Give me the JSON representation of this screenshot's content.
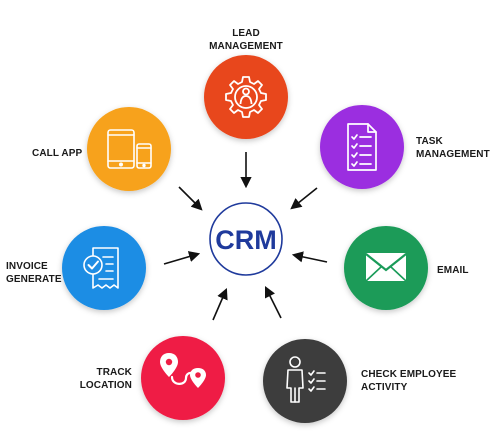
{
  "center": {
    "label": "CRM",
    "color": "#1f3a9c"
  },
  "nodes": [
    {
      "id": "lead",
      "lines": [
        "LEAD",
        "MANAGEMENT"
      ],
      "color": "#e8461e",
      "icon": "gear-person-icon"
    },
    {
      "id": "task",
      "lines": [
        "TASK",
        "MANAGEMENT"
      ],
      "color": "#9b2fe0",
      "icon": "checklist-document-icon"
    },
    {
      "id": "email",
      "lines": [
        "EMAIL"
      ],
      "color": "#1a9b59",
      "icon": "envelope-icon"
    },
    {
      "id": "activity",
      "lines": [
        "CHECK EMPLOYEE",
        "ACTIVITY"
      ],
      "color": "#3c3c3c",
      "icon": "person-list-icon"
    },
    {
      "id": "track",
      "lines": [
        "TRACK",
        "LOCATION"
      ],
      "color": "#ef1d45",
      "icon": "route-pins-icon"
    },
    {
      "id": "invoice",
      "lines": [
        "INVOICE",
        "GENERATE"
      ],
      "color": "#1f8de4",
      "icon": "invoice-check-icon"
    },
    {
      "id": "callapp",
      "lines": [
        "CALL APP"
      ],
      "color": "#f7a21b",
      "icon": "tablet-phone-icon"
    }
  ]
}
